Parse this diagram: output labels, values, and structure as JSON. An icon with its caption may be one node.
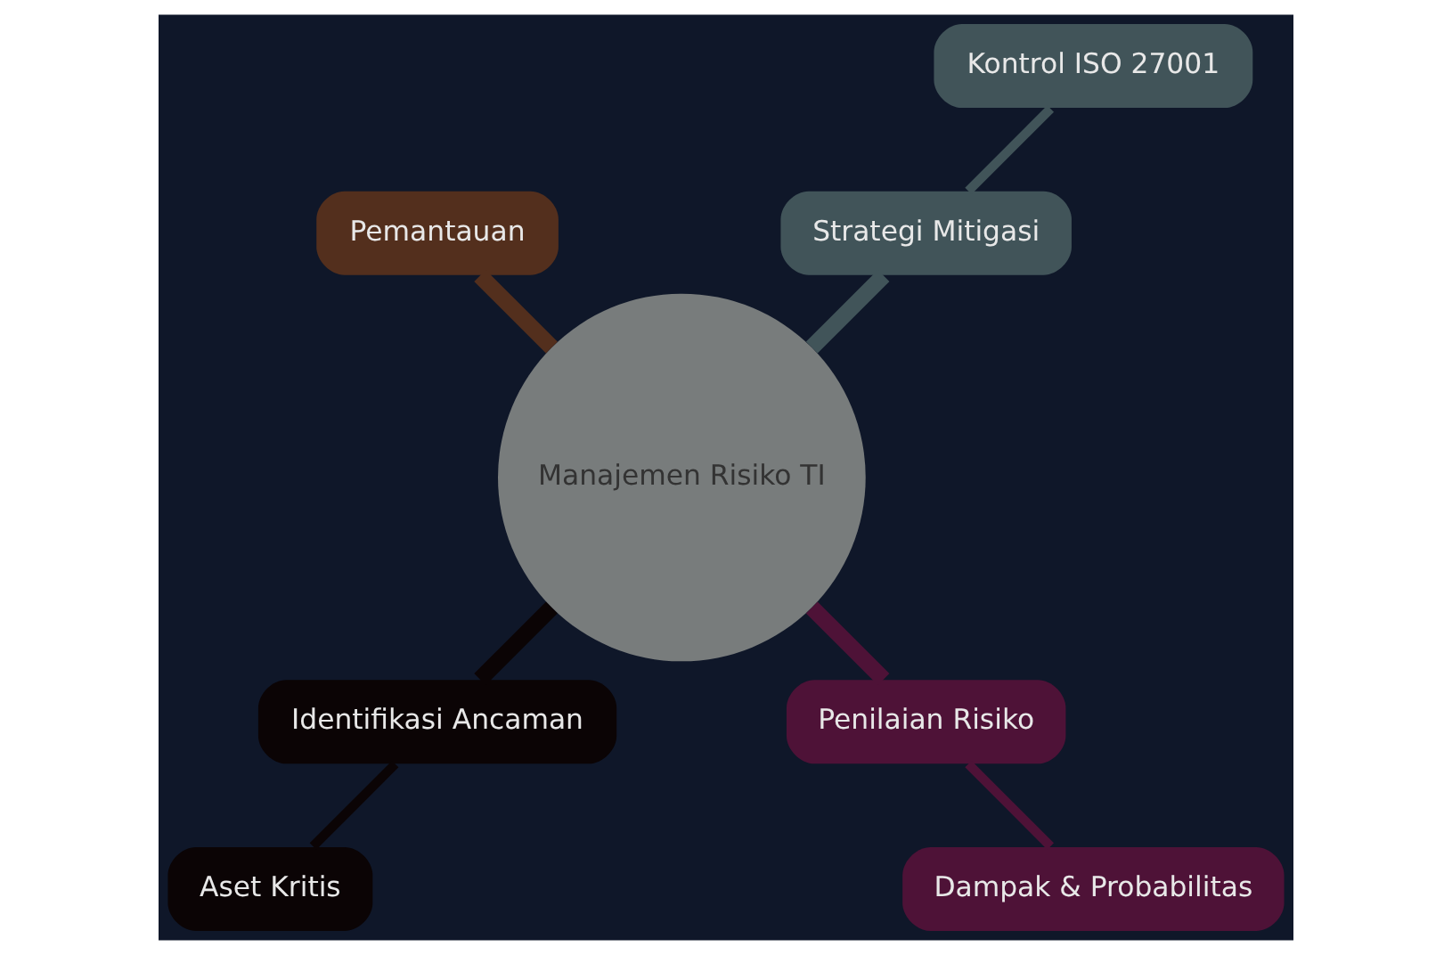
{
  "diagram": {
    "nodes": [
      {
        "text": [
          "Manajemen Risiko TI"
        ]
      },
      {
        "text": [
          "Strategi Mitigasi"
        ]
      },
      {
        "text": [
          "Kontrol ISO 27001"
        ]
      },
      {
        "text": [
          "Pemantauan"
        ]
      },
      {
        "text": [
          "Identifikasi Ancaman"
        ]
      },
      {
        "text": [
          "Aset Kritis"
        ]
      },
      {
        "text": [
          "Penilaian Risiko"
        ]
      },
      {
        "text": [
          "Dampak & Probabilitas"
        ]
      }
    ],
    "edges": [
      {
        "from": 0,
        "to": 1,
        "arrow": "none",
        "color": "#415459"
      },
      {
        "from": 1,
        "to": 2,
        "arrow": "none",
        "color": "#415459"
      },
      {
        "from": 0,
        "to": 3,
        "arrow": "none",
        "color": "#532f1d"
      },
      {
        "from": 0,
        "to": 4,
        "arrow": "none",
        "color": "#0b0405"
      },
      {
        "from": 4,
        "to": 5,
        "arrow": "none",
        "color": "#0b0405"
      },
      {
        "from": 0,
        "to": 6,
        "arrow": "none",
        "color": "#4e1237"
      },
      {
        "from": 6,
        "to": 7,
        "arrow": "none",
        "color": "#4e1237"
      }
    ]
  }
}
